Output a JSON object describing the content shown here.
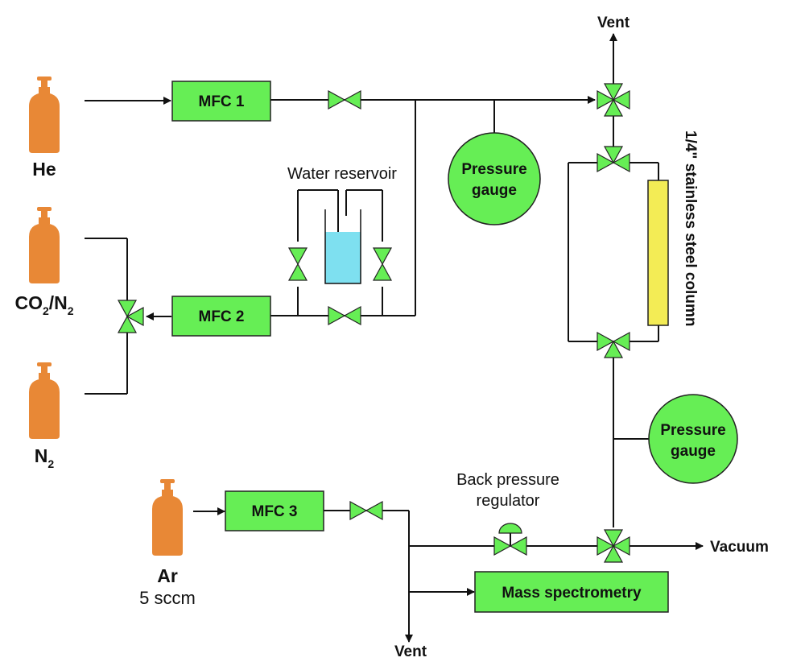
{
  "diagram": {
    "gases": {
      "he": "He",
      "co2n2_main": "CO",
      "co2n2_sub1": "2",
      "co2n2_mid": "/N",
      "co2n2_sub2": "2",
      "n2_main": "N",
      "n2_sub": "2",
      "ar": "Ar",
      "ar_flow": "5 sccm"
    },
    "mfc1": "MFC 1",
    "mfc2": "MFC 2",
    "mfc3": "MFC 3",
    "water_reservoir": "Water reservoir",
    "pressure_gauge_top_line1": "Pressure",
    "pressure_gauge_top_line2": "gauge",
    "pressure_gauge_right_line1": "Pressure",
    "pressure_gauge_right_line2": "gauge",
    "vent_top": "Vent",
    "vent_bottom": "Vent",
    "column_label": "1/4\" stainless steel column",
    "back_pressure_line1": "Back pressure",
    "back_pressure_line2": "regulator",
    "vacuum": "Vacuum",
    "mass_spec": "Mass spectrometry",
    "colors": {
      "component_green": "#66ee55",
      "cylinder_orange": "#e88836",
      "water_blue": "#7ee0f0",
      "column_yellow": "#f3ec55"
    }
  }
}
